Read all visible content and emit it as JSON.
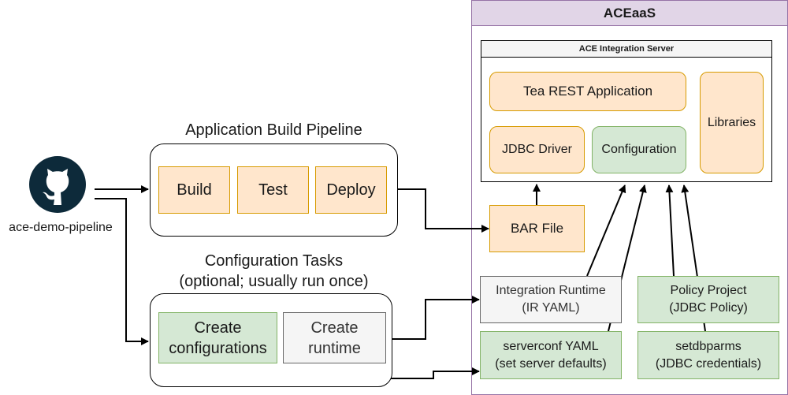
{
  "source": {
    "label": "ace-demo-pipeline",
    "icon": "github-icon"
  },
  "build_pipeline": {
    "title": "Application Build Pipeline",
    "steps": [
      "Build",
      "Test",
      "Deploy"
    ]
  },
  "config_tasks": {
    "title_line1": "Configuration Tasks",
    "title_line2": "(optional; usually run once)",
    "create_configurations": [
      "Create",
      "configurations"
    ],
    "create_runtime": [
      "Create",
      "runtime"
    ]
  },
  "aceaas": {
    "title": "ACEaaS",
    "integration_server": {
      "title": "ACE Integration Server",
      "tea_rest_app": "Tea REST Application",
      "jdbc_driver": "JDBC Driver",
      "configuration": "Configuration",
      "libraries": "Libraries"
    },
    "bar_file": "BAR File",
    "integration_runtime": [
      "Integration Runtime",
      "(IR YAML)"
    ],
    "policy_project": [
      "Policy Project",
      "(JDBC Policy)"
    ],
    "serverconf": [
      "serverconf YAML",
      "(set server defaults)"
    ],
    "setdbparms": [
      "setdbparms",
      "(JDBC credentials)"
    ]
  },
  "colors": {
    "orange_fill": "#ffe6cc",
    "orange_stroke": "#d79b00",
    "green_fill": "#d5e8d4",
    "green_stroke": "#82b366",
    "grey_fill": "#f5f5f5",
    "grey_stroke": "#666666",
    "aceaas_fill": "#e1d5e7",
    "aceaas_stroke": "#9673a6",
    "github_dark": "#0d2a3a"
  }
}
